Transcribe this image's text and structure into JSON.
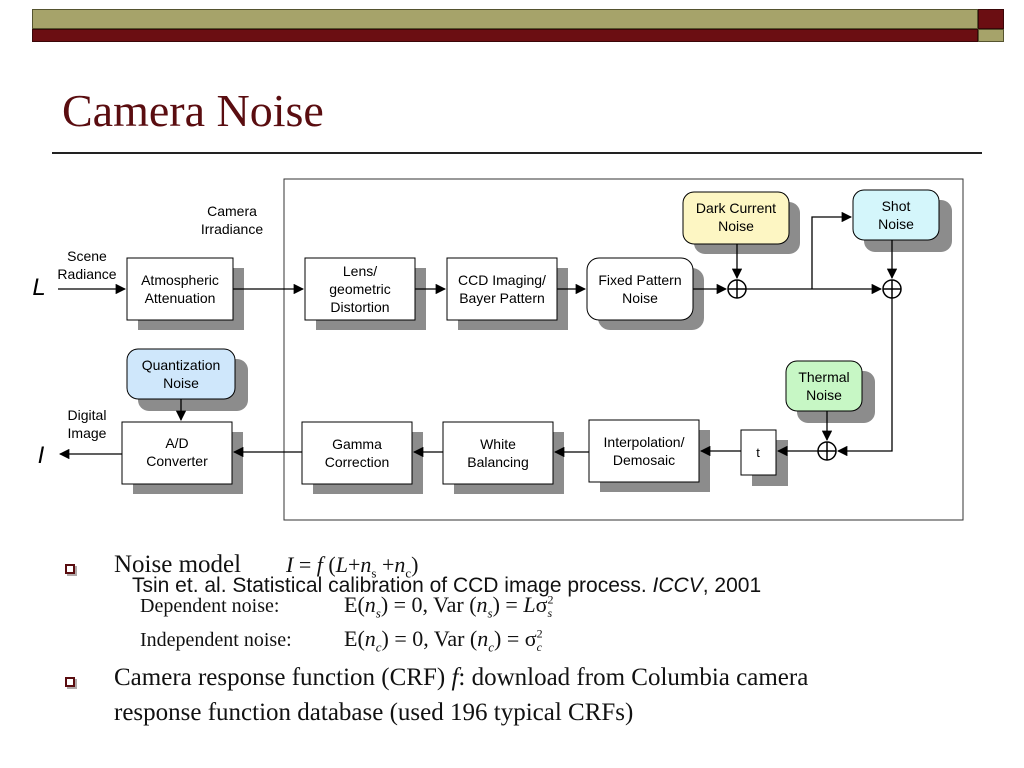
{
  "slide": {
    "title": "Camera Noise",
    "accent_color": "#5a0d10"
  },
  "diagram": {
    "input_symbol": "L",
    "output_symbol": "I",
    "labels": {
      "scene_radiance": [
        "Scene",
        "Radiance"
      ],
      "camera_irradiance": [
        "Camera",
        "Irradiance"
      ],
      "digital_image": [
        "Digital",
        "Image"
      ]
    },
    "blocks": {
      "atmospheric": [
        "Atmospheric",
        "Attenuation"
      ],
      "lens": [
        "Lens/",
        "geometric",
        "Distortion"
      ],
      "ccd": [
        "CCD Imaging/",
        "Bayer Pattern"
      ],
      "fixed_pattern": [
        "Fixed Pattern",
        "Noise"
      ],
      "dark_current": [
        "Dark Current",
        "Noise"
      ],
      "shot": [
        "Shot",
        "Noise"
      ],
      "thermal": [
        "Thermal",
        "Noise"
      ],
      "quantization": [
        "Quantization",
        "Noise"
      ],
      "ad": [
        "A/D",
        "Converter"
      ],
      "gamma": [
        "Gamma",
        "Correction"
      ],
      "white": [
        "White",
        "Balancing"
      ],
      "interp": [
        "Interpolation/",
        "Demosaic"
      ],
      "t": "t"
    },
    "colors": {
      "dark_current": "#fdf6c3",
      "shot": "#d4f6fb",
      "thermal": "#c7f7c5",
      "quantization": "#cfe7fb",
      "shadow": "#8c8c8c"
    }
  },
  "bullets": {
    "noise_model_label": "Noise model",
    "dependent_label": "Dependent noise:",
    "independent_label": "Independent noise:",
    "crf_line1": "Camera response function (CRF) ",
    "crf_f": "f",
    "crf_line1_rest": ": download from Columbia camera",
    "crf_line2": "response function database (used 196 typical CRFs)"
  },
  "citation": {
    "text": "Tsin et. al. Statistical calibration of CCD image process. ",
    "venue": "ICCV",
    "year": ", 2001"
  }
}
